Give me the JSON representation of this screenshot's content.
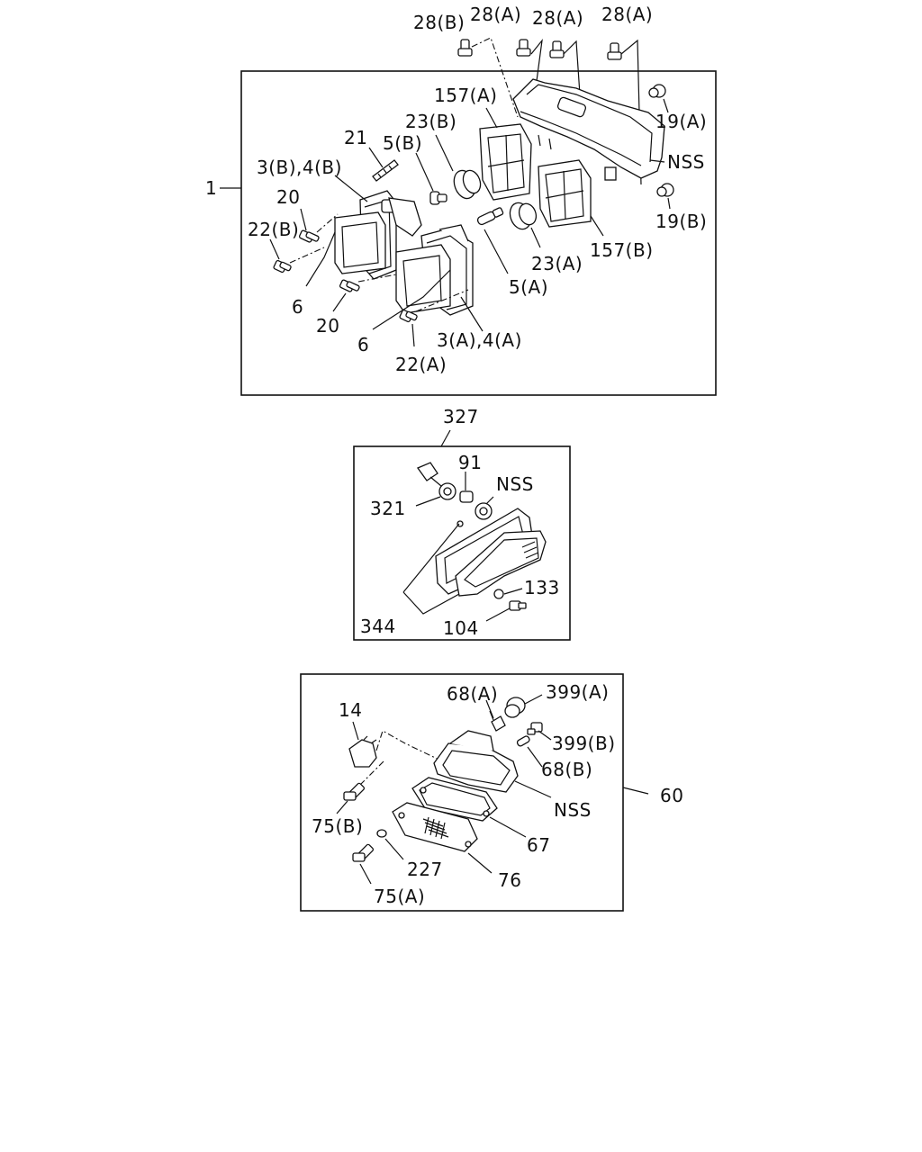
{
  "diagram": {
    "headlamp_group": {
      "callout": "1",
      "labels": {
        "p28B": "28(B)",
        "p28A_1": "28(A)",
        "p28A_2": "28(A)",
        "p28A_3": "28(A)",
        "p157A": "157(A)",
        "p19A": "19(A)",
        "p23B": "23(B)",
        "p21": "21",
        "p5B": "5(B)",
        "pNSS": "NSS",
        "p3B4B": "3(B),4(B)",
        "p20_1": "20",
        "p22B": "22(B)",
        "p19B": "19(B)",
        "p157B": "157(B)",
        "p23A": "23(A)",
        "p5A": "5(A)",
        "p6_1": "6",
        "p20_2": "20",
        "p6_2": "6",
        "p3A4A": "3(A),4(A)",
        "p22A": "22(A)"
      }
    },
    "side_marker_group": {
      "callout": "327",
      "labels": {
        "p91": "91",
        "pNSS": "NSS",
        "p321": "321",
        "p133": "133",
        "p344": "344",
        "p104": "104"
      }
    },
    "turn_signal_group": {
      "callout": "60",
      "labels": {
        "p68A": "68(A)",
        "p399A": "399(A)",
        "p14": "14",
        "p399B": "399(B)",
        "p68B": "68(B)",
        "pNSS": "NSS",
        "p75B": "75(B)",
        "p67": "67",
        "p227": "227",
        "p76": "76",
        "p75A": "75(A)"
      }
    }
  }
}
